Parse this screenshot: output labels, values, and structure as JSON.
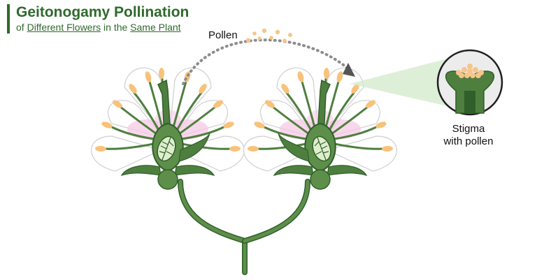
{
  "title": "Geitonogamy Pollination",
  "subtitle": {
    "part1": "of ",
    "link1": "Different Flowers",
    "part2": " in the ",
    "link2": "Same Plant"
  },
  "labels": {
    "pollen": "Pollen",
    "stigma_line1": "Stigma",
    "stigma_line2": "with pollen"
  },
  "colors": {
    "stem": "#4f7f3f",
    "stem_dark": "#2f5f2a",
    "petal": "#ffffff",
    "petal_pink": "#f6c9e6",
    "anther": "#f8c27a",
    "pollen": "#f6c58a",
    "arrow": "#8c8c8c",
    "title": "#2f6a2c"
  },
  "icons": [
    "flower-left-icon",
    "flower-right-icon",
    "pollen-grains-icon",
    "dotted-arrow-icon",
    "stigma-magnifier-icon"
  ]
}
